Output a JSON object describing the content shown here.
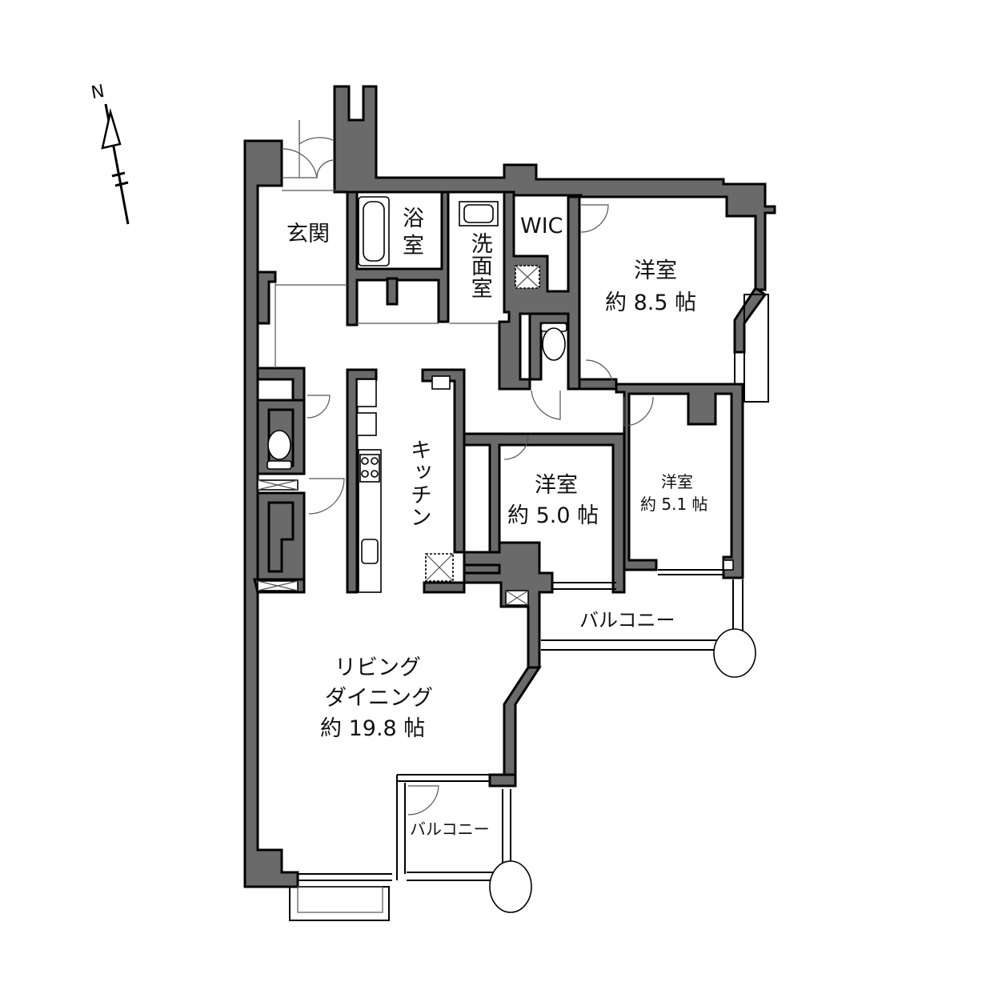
{
  "compass": {
    "label": "N"
  },
  "rooms": {
    "entrance": "玄関",
    "bath_line1": "浴",
    "bath_line2": "室",
    "washroom": "洗面室",
    "wic": "WIC",
    "kitchen": "キッチン",
    "western_1_name": "洋室",
    "western_1_size": "約 8.5 帖",
    "western_2_name": "洋室",
    "western_2_size": "約 5.0 帖",
    "western_3_name": "洋室",
    "western_3_size": "約 5.1 帖",
    "ld_line1": "リビング",
    "ld_line2": "ダイニング",
    "ld_size": "約 19.8 帖",
    "balcony_upper": "バルコニー",
    "balcony_lower": "バルコニー"
  },
  "colors": {
    "wall": "#6a6a6a",
    "outline": "#000000",
    "background": "#ffffff"
  }
}
